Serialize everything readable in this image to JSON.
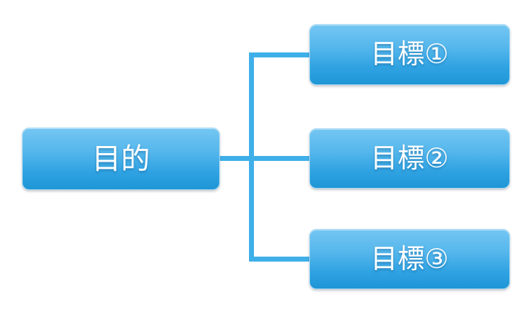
{
  "diagram": {
    "type": "hierarchy",
    "background_color": "#ffffff",
    "root": {
      "label": "目的"
    },
    "children": [
      {
        "label": "目標①"
      },
      {
        "label": "目標②"
      },
      {
        "label": "目標③"
      }
    ],
    "style": {
      "box_gradient_top": "#74c6f2",
      "box_gradient_bottom": "#1f96d6",
      "connector_color": "#3fafe9",
      "text_color": "#ffffff"
    }
  }
}
